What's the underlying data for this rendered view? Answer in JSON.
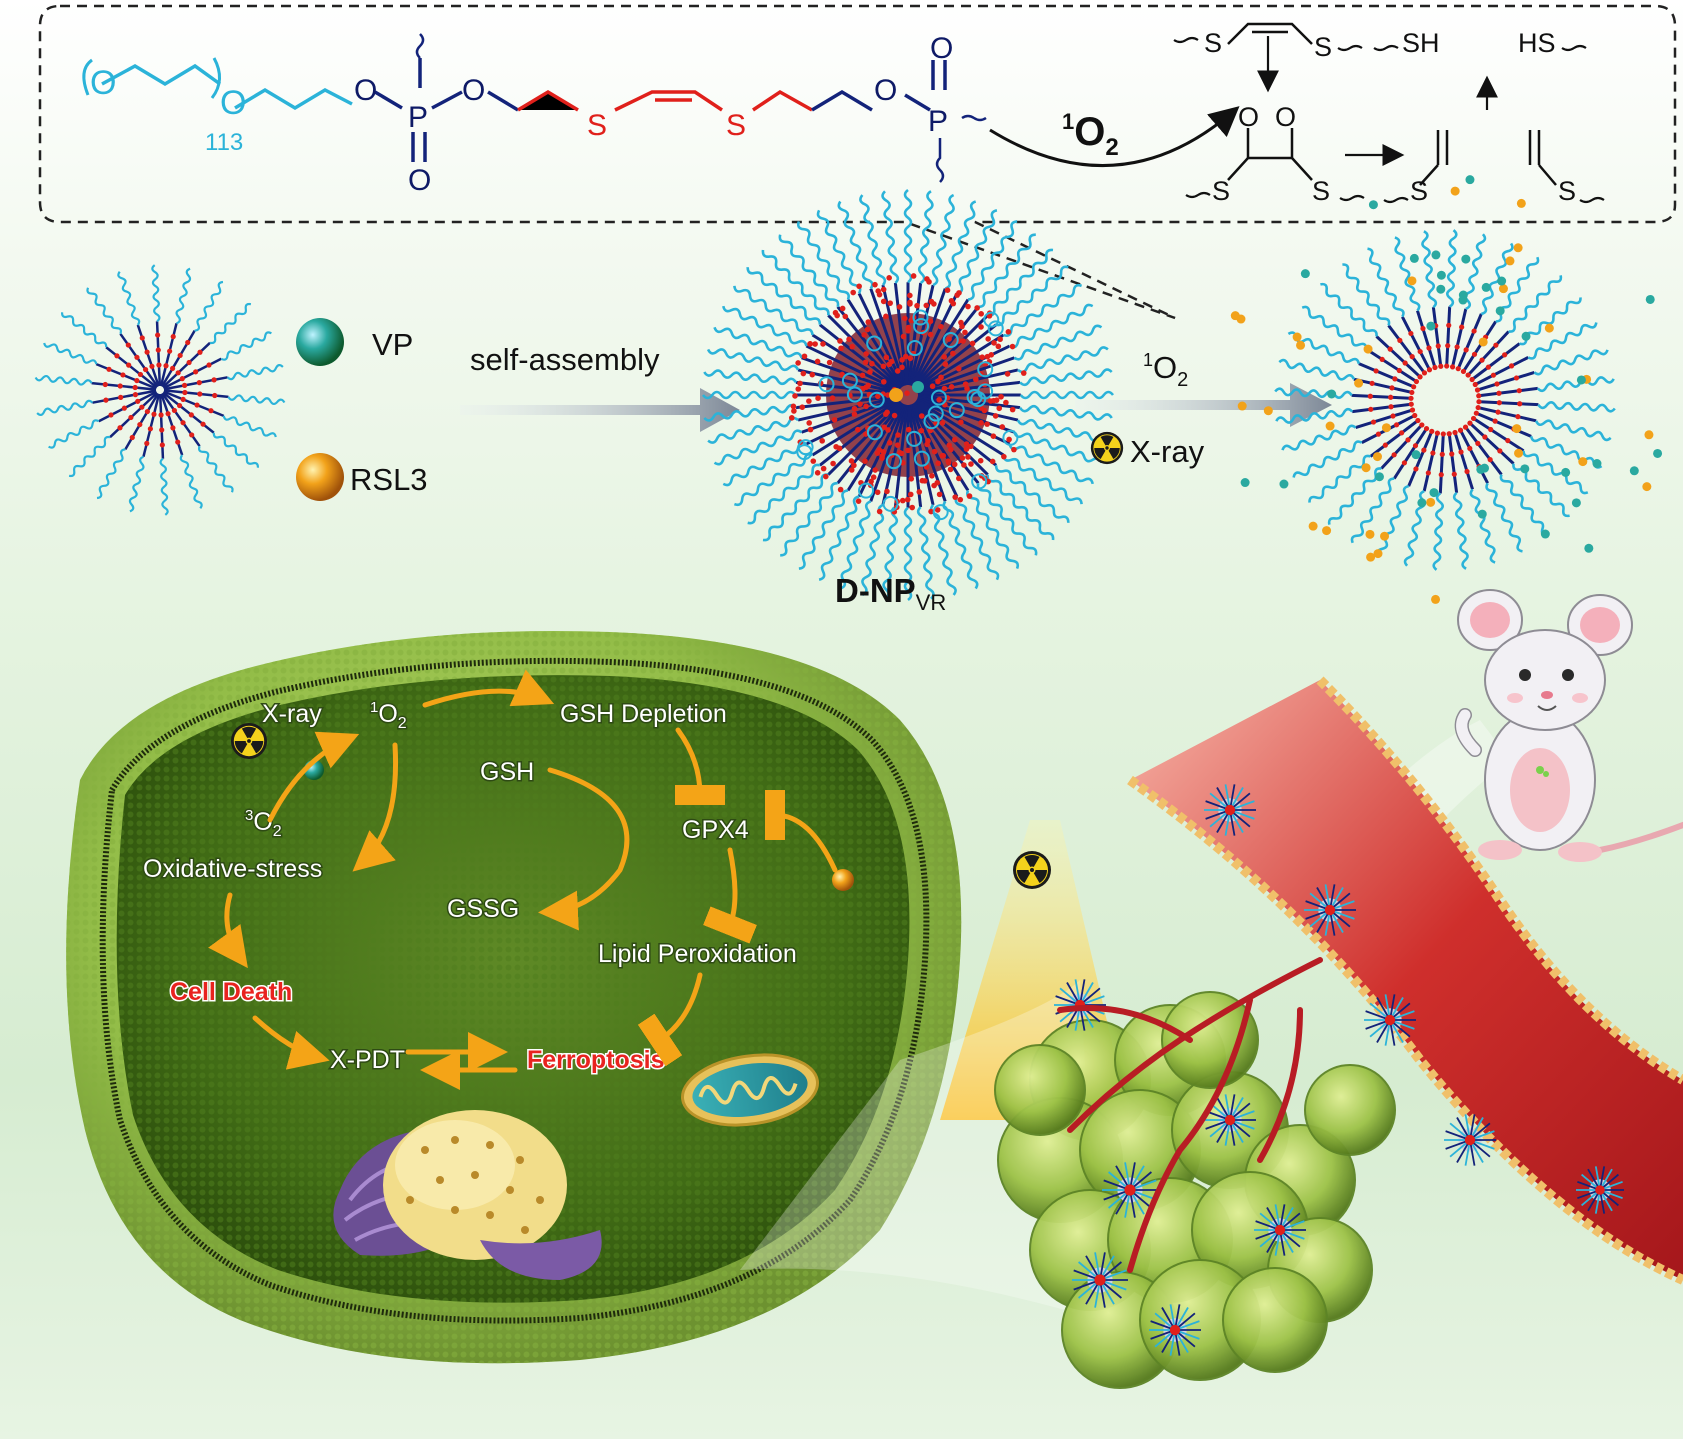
{
  "chemistry": {
    "peg_repeat": "113",
    "o_labels": [
      "O",
      "O",
      "O",
      "O",
      "O",
      "O"
    ],
    "p_label": "P",
    "s_label": "S",
    "reagent_superscript": "1",
    "reagent_main": "O",
    "reagent_subscript": "2",
    "intermediate_o": "O",
    "sh_label": "SH",
    "hs_label": "HS"
  },
  "assembly": {
    "vp_label": "VP",
    "rsl3_label": "RSL3",
    "self_assembly_label": "self-assembly",
    "nanoparticle_main": "D-NP",
    "nanoparticle_sub": "VR",
    "trigger_sup": "1",
    "trigger_main": "O",
    "trigger_sub": "2",
    "xray_label": "X-ray"
  },
  "cell_pathway": {
    "xray": "X-ray",
    "singlet_sup": "1",
    "singlet_main": "O",
    "singlet_sub": "2",
    "triplet_sup": "3",
    "triplet_main": "O",
    "triplet_sub": "2",
    "gsh_depletion": "GSH Depletion",
    "gsh": "GSH",
    "gpx4": "GPX4",
    "gssg": "GSSG",
    "oxidative_stress": "Oxidative-stress",
    "lipid_peroxidation": "Lipid Peroxidation",
    "cell_death": "Cell Death",
    "xpdt": "X-PDT",
    "ferroptosis": "Ferroptosis"
  },
  "colors": {
    "peg_blue": "#2bb3d9",
    "backbone_navy": "#13237a",
    "disulfide_red": "#e0201b",
    "vp_teal": "#2aa9a0",
    "rsl3_gold": "#f2a21a",
    "cell_green": "#6f9a2e",
    "vessel_red": "#c8282a",
    "arrow_yellow": "#f6c21c"
  },
  "icons": [
    "radiation-icon",
    "mouse-illustration",
    "nucleus-illustration",
    "mitochondrion-illustration",
    "tumor-illustration",
    "blood-vessel-illustration"
  ]
}
